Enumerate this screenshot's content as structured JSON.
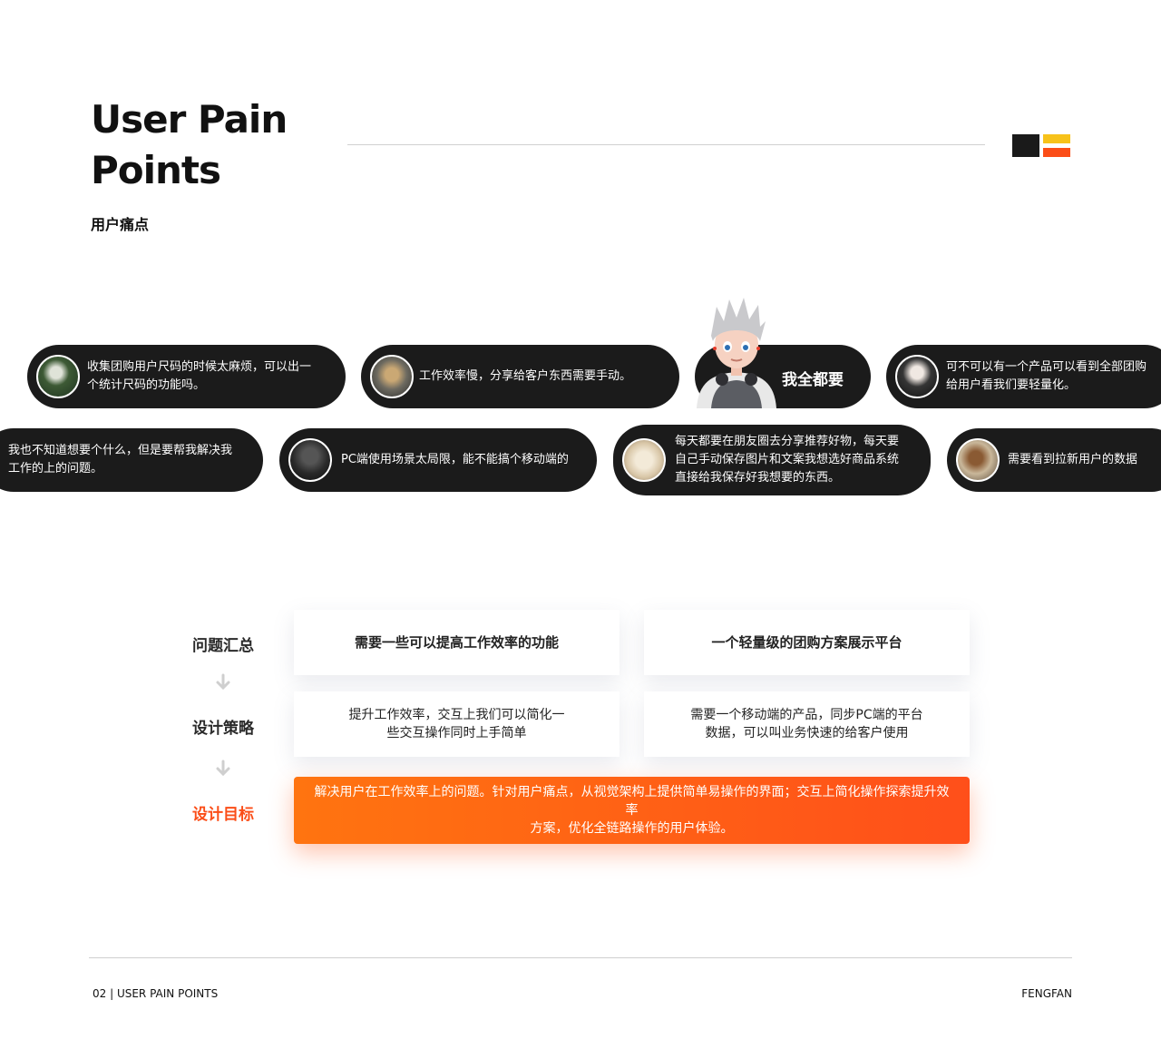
{
  "header": {
    "title_line1": "User Pain",
    "title_line2": "Points",
    "subtitle": "用户痛点"
  },
  "colors": {
    "accent": "#fb4d17",
    "yellow": "#f7c21a",
    "bubble": "#1b1b1b"
  },
  "bubbles": [
    {
      "text_line1": "收集团购用户尺码的时候太麻烦，可以出一",
      "text_line2": "个统计尺码的功能吗。"
    },
    {
      "text_line1": "工作效率慢，分享给客户东西需要手动。"
    },
    {
      "text_line1": "可不可以有一个产品可以看到全部团购",
      "text_line2": "给用户看我们要轻量化。"
    },
    {
      "text_line1": "我也不知道想要个什么，但是要帮我解决我",
      "text_line2": "工作的上的问题。"
    },
    {
      "text_line1": "PC端使用场景太局限，能不能搞个移动端的"
    },
    {
      "text_line1": "每天都要在朋友圈去分享推荐好物，每天要",
      "text_line2": "自己手动保存图片和文案我想选好商品系统",
      "text_line3": "直接给我保存好我想要的东西。"
    },
    {
      "text_line1": "需要看到拉新用户的数据"
    }
  ],
  "me_bubble": {
    "label": "我全都要"
  },
  "flow": {
    "labels": [
      "问题汇总",
      "设计策略",
      "设计目标"
    ],
    "problems": [
      "需要一些可以提高工作效率的功能",
      "一个轻量级的团购方案展示平台"
    ],
    "strategies": [
      {
        "line1": "提升工作效率，交互上我们可以简化一",
        "line2": "些交互操作同时上手简单"
      },
      {
        "line1": "需要一个移动端的产品，同步PC端的平台",
        "line2": "数据，可以叫业务快速的给客户使用"
      }
    ],
    "goal": {
      "line1": "解决用户在工作效率上的问题。针对用户痛点，从视觉架构上提供简单易操作的界面；交互上简化操作探索提升效率",
      "line2": "方案，优化全链路操作的用户体验。"
    }
  },
  "footer": {
    "left": "02 | USER PAIN POINTS",
    "right": "FENGFAN"
  }
}
